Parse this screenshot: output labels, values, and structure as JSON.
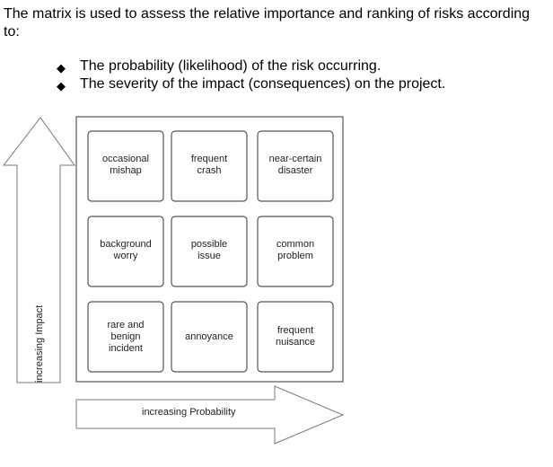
{
  "intro": "The matrix is used to assess the relative importance and ranking of risks according to:",
  "bullets": [
    "The probability (likelihood) of the risk occurring.",
    "The severity of the impact (consequences) on the project."
  ],
  "diagram": {
    "impact_axis_label": "increasing Impact",
    "probability_axis_label": "increasing Probability",
    "cells": [
      [
        "occasional mishap",
        "frequent crash",
        "near-certain disaster"
      ],
      [
        "background worry",
        "possible issue",
        "common problem"
      ],
      [
        "rare and benign incident",
        "annoyance",
        "frequent nuisance"
      ]
    ],
    "cell_lines": [
      [
        [
          "occasional",
          "mishap"
        ],
        [
          "frequent",
          "crash"
        ],
        [
          "near-certain",
          "disaster"
        ]
      ],
      [
        [
          "background",
          "worry"
        ],
        [
          "possible",
          "issue"
        ],
        [
          "common",
          "problem"
        ]
      ],
      [
        [
          "rare and",
          "benign",
          "incident"
        ],
        [
          "annoyance"
        ],
        [
          "frequent",
          "nuisance"
        ]
      ]
    ]
  }
}
